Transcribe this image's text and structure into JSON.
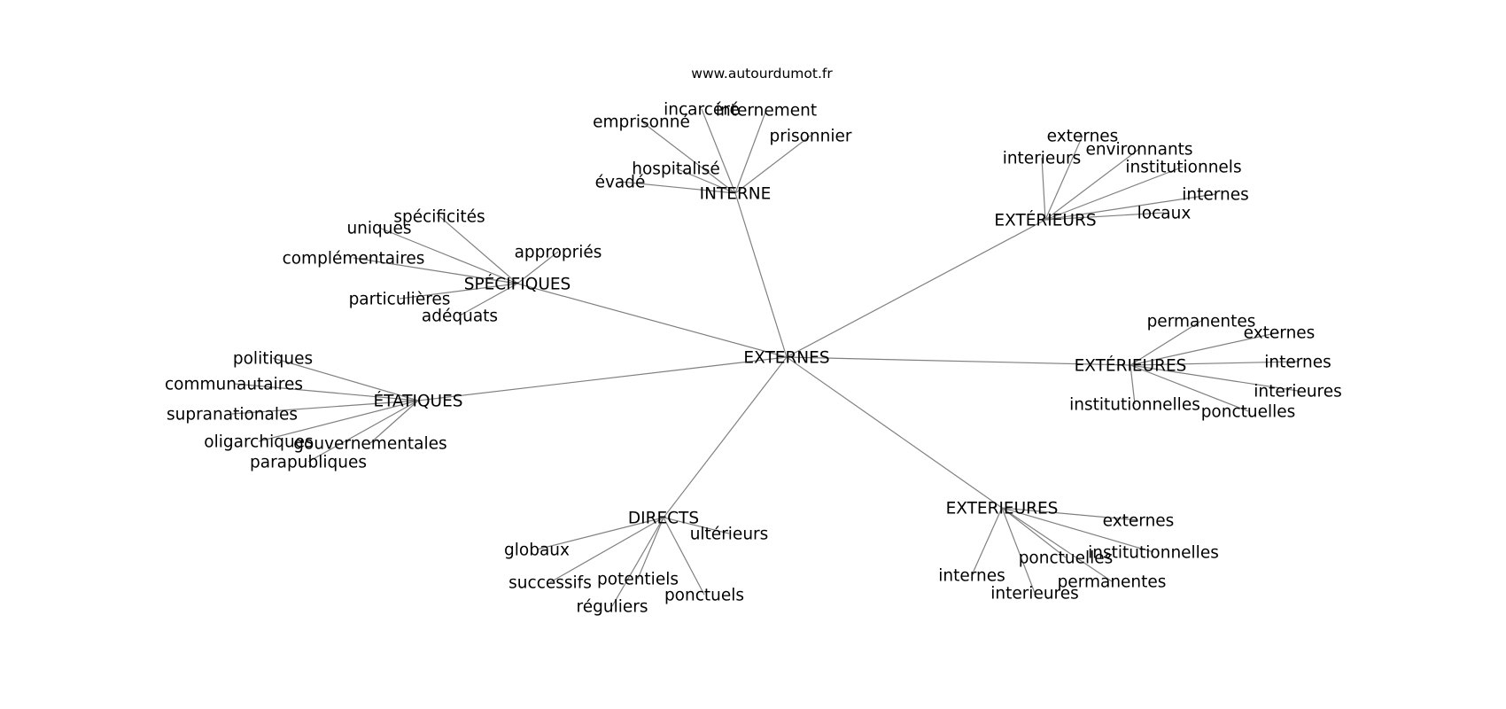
{
  "source_label": "www.autourdumot.fr",
  "colors": {
    "edge": "#808080",
    "text": "#000000",
    "background": "#ffffff"
  },
  "graph": {
    "center": "EXTERNES",
    "groups": [
      {
        "label": "INTERNE",
        "leaves": [
          "incarcéré",
          "internement",
          "emprisonné",
          "prisonnier",
          "hospitalisé",
          "évadé"
        ]
      },
      {
        "label": "EXTÉRIEURS",
        "leaves": [
          "externes",
          "environnants",
          "interieurs",
          "institutionnels",
          "internes",
          "locaux"
        ]
      },
      {
        "label": "SPÉCIFIQUES",
        "leaves": [
          "spécificités",
          "uniques",
          "appropriés",
          "complémentaires",
          "particulières",
          "adéquats"
        ]
      },
      {
        "label": "ÉTATIQUES",
        "leaves": [
          "politiques",
          "communautaires",
          "supranationales",
          "oligarchiques",
          "gouvernementales",
          "parapubliques"
        ]
      },
      {
        "label": "EXTÉRIEURES",
        "leaves": [
          "permanentes",
          "externes",
          "internes",
          "interieures",
          "institutionnelles",
          "ponctuelles"
        ]
      },
      {
        "label": "DIRECTS",
        "leaves": [
          "ultérieurs",
          "globaux",
          "successifs",
          "potentiels",
          "réguliers",
          "ponctuels"
        ]
      },
      {
        "label": "EXTERIEURES",
        "leaves": [
          "externes",
          "institutionnelles",
          "ponctuelles",
          "internes",
          "permanentes",
          "interieures"
        ]
      }
    ]
  }
}
